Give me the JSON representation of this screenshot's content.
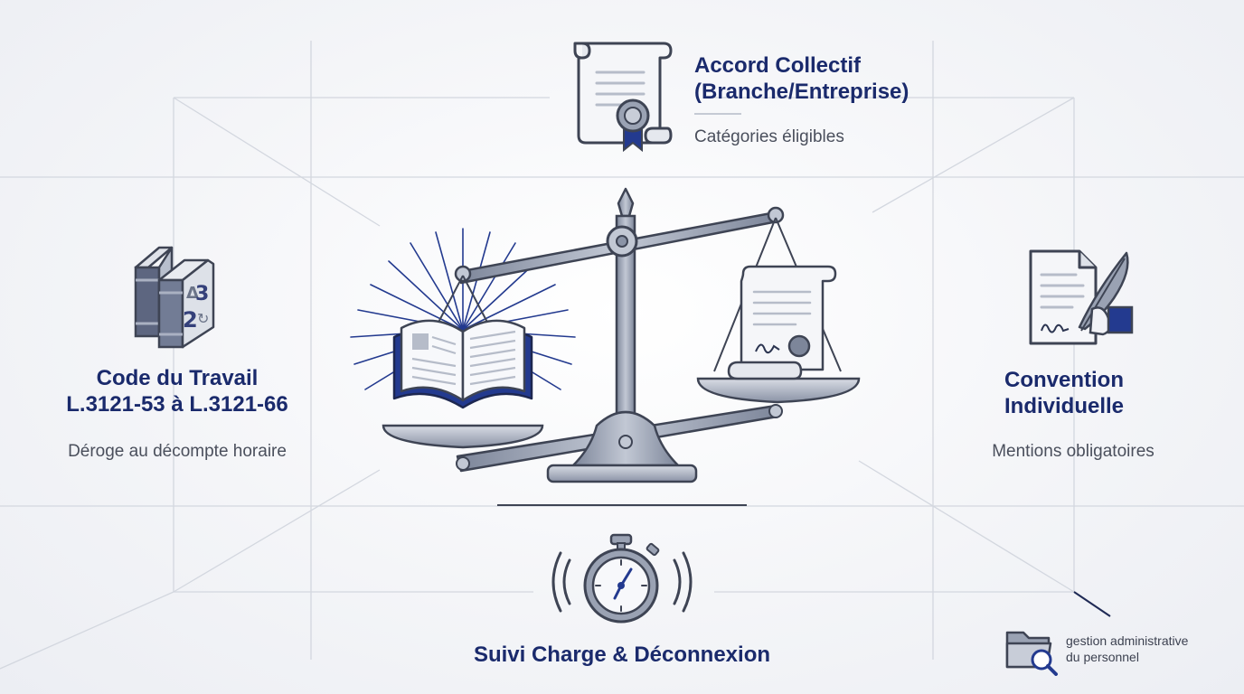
{
  "top_node": {
    "title_line1": "Accord Collectif",
    "title_line2": "(Branche/Entreprise)",
    "subtitle": "Catégories éligibles",
    "icon": "certificate-scroll-icon"
  },
  "left_node": {
    "title_line1": "Code du Travail",
    "title_line2": "L.3121-53 à L.3121-66",
    "subtitle": "Déroge au décompte horaire",
    "icon": "law-books-icon"
  },
  "right_node": {
    "title_line1": "Convention",
    "title_line2": "Individuelle",
    "subtitle": "Mentions obligatoires",
    "icon": "signed-contract-icon"
  },
  "bottom_node": {
    "title": "Suivi Charge & Déconnexion",
    "icon": "stopwatch-icon"
  },
  "center": {
    "icon": "balance-scale-icon"
  },
  "footer": {
    "line1": "gestion administrative",
    "line2": "du personnel",
    "icon": "folder-search-icon"
  },
  "colors": {
    "title_blue": "#1a2a6c",
    "accent_blue": "#233a8f",
    "steel": "#8a93a6",
    "outline": "#3e4454"
  }
}
